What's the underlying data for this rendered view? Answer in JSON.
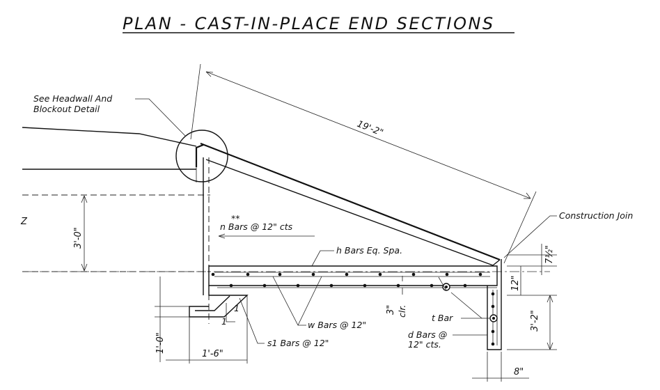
{
  "title": "PLAN - CAST-IN-PLACE END SECTIONS",
  "labels": {
    "headwall_line1": "See Headwall And",
    "headwall_line2": "Blockout Detail",
    "construction_joint": "Construction Join",
    "n_bars_marks": "**",
    "n_bars": "n Bars @ 12\" cts",
    "h_bars": "h Bars Eq. Spa.",
    "w_bars": "w Bars @ 12\"",
    "sl_bars": "s1 Bars @ 12\"",
    "t_bar": "t Bar",
    "d_bars_line1": "d Bars @",
    "d_bars_line2": "12\" cts.",
    "clr": "clr.",
    "slope_v": "1",
    "slope_h": "1",
    "z_mark": "Z"
  },
  "dimensions": {
    "diagonal": "19'-2\"",
    "height_left": "3'-0\"",
    "top_right": "7½\"",
    "slab": "12\"",
    "right_height": "3'-2\"",
    "cover": "3\"",
    "bottom_left": "1'-0\"",
    "bottom_width": "1'-6\"",
    "wall_thickness": "8\""
  }
}
